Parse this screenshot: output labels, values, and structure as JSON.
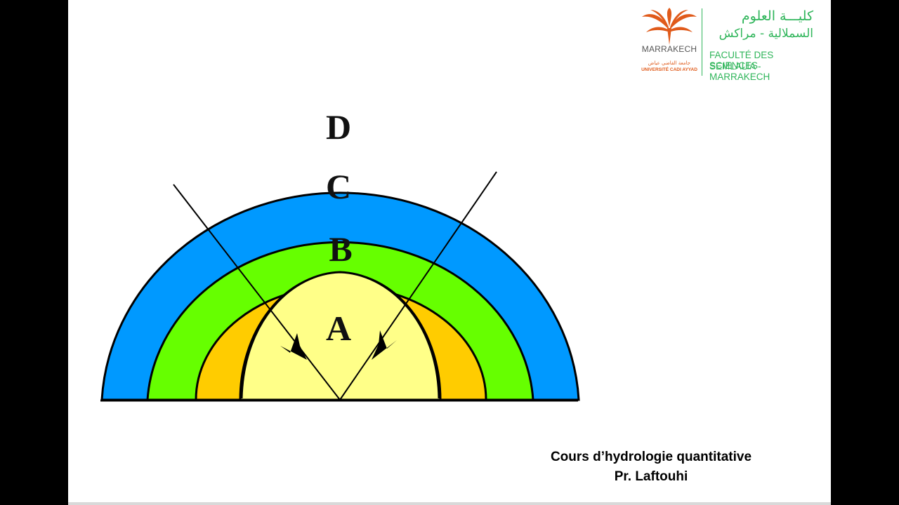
{
  "logo": {
    "city": "MARRAKECH",
    "university_ar": "جامعة القاضي عياض",
    "university_fr": "UNIVERSITÉ CADI AYYAD",
    "faculty_ar_line1": "كليـــة العلوم",
    "faculty_ar_line2": "السملالية - مراكش",
    "faculty_fr_line1": "FACULTÉ DES SCIENCES",
    "faculty_fr_line2": "SEMLALIA - MARRAKECH",
    "colors": {
      "orange": "#e05a1a",
      "green": "#2fb55a"
    }
  },
  "diagram": {
    "zones": [
      {
        "label": "A",
        "color": "#ffff88"
      },
      {
        "label": "B",
        "color": "#ffcc00"
      },
      {
        "label": "C",
        "color": "#66ff00"
      },
      {
        "label": "D",
        "color": "#0099ff"
      }
    ],
    "outline_color": "#000000"
  },
  "credit": {
    "course": "Cours d’hydrologie quantitative",
    "author": "Pr. Laftouhi"
  }
}
